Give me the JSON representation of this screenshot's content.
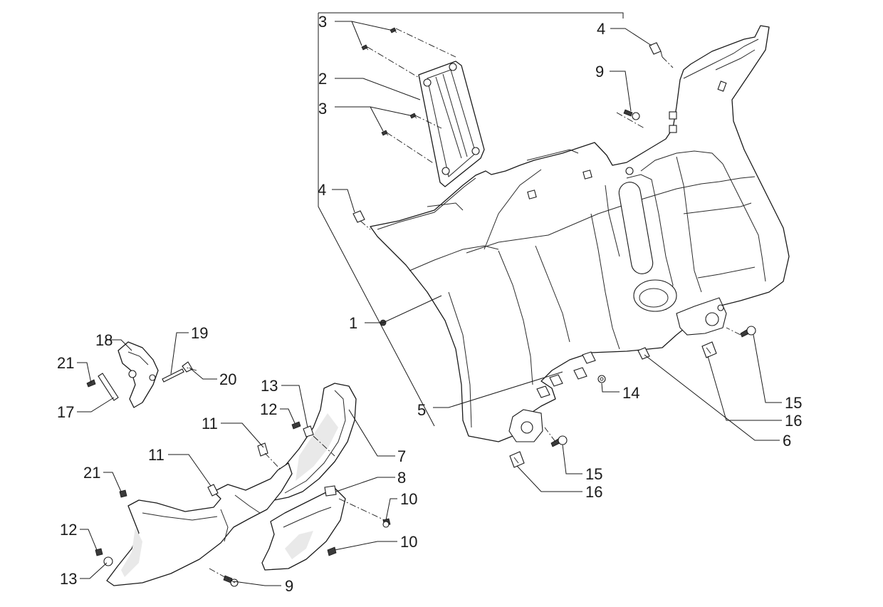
{
  "callouts": {
    "c1": "1",
    "c2": "2",
    "c3a": "3",
    "c3b": "3",
    "c4a": "4",
    "c4b": "4",
    "c5": "5",
    "c6": "6",
    "c7": "7",
    "c8": "8",
    "c9a": "9",
    "c9b": "9",
    "c10a": "10",
    "c10b": "10",
    "c11a": "11",
    "c11b": "11",
    "c12a": "12",
    "c12b": "12",
    "c13a": "13",
    "c13b": "13",
    "c14": "14",
    "c15a": "15",
    "c15b": "15",
    "c16a": "16",
    "c16b": "16",
    "c17": "17",
    "c18": "18",
    "c19": "19",
    "c20": "20",
    "c21a": "21",
    "c21b": "21"
  }
}
